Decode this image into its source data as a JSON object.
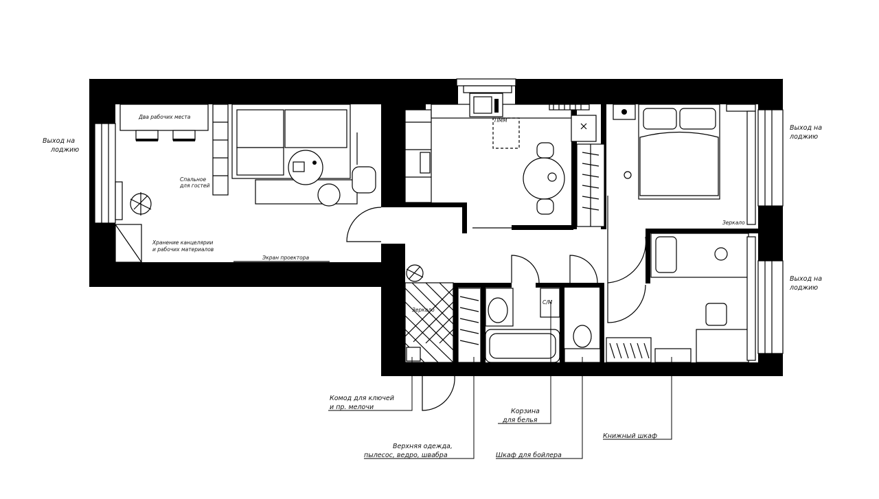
{
  "labels": {
    "exit_loggia_left": [
      "Выход на",
      "лоджию"
    ],
    "exit_loggia_right_top": [
      "Выход на",
      "лоджию"
    ],
    "exit_loggia_right_bottom": [
      "Выход на",
      "лоджию"
    ],
    "two_workplaces": "Два рабочих места",
    "sofa_for_guests": [
      "Спальное",
      "для гостей"
    ],
    "storage_stationery": [
      "Хранение канцелярии",
      "и рабочих материалов"
    ],
    "projector_zone": "Экран проектора",
    "mirror_hall": "Зеркало",
    "mirror_bedroom": "Зеркало",
    "dresser_keys": [
      "Комод для ключей",
      "и пр. мелочи"
    ],
    "outerwear": [
      "Верхняя одежда,",
      "пылесос, ведро, швабра"
    ],
    "laundry_basket": [
      "Корзина",
      "для белья"
    ],
    "boiler_cabinet": "Шкаф для бойлера",
    "bookcase": "Книжный шкаф",
    "washing_machine": "С/М",
    "table_kitchen": "ПММ"
  }
}
